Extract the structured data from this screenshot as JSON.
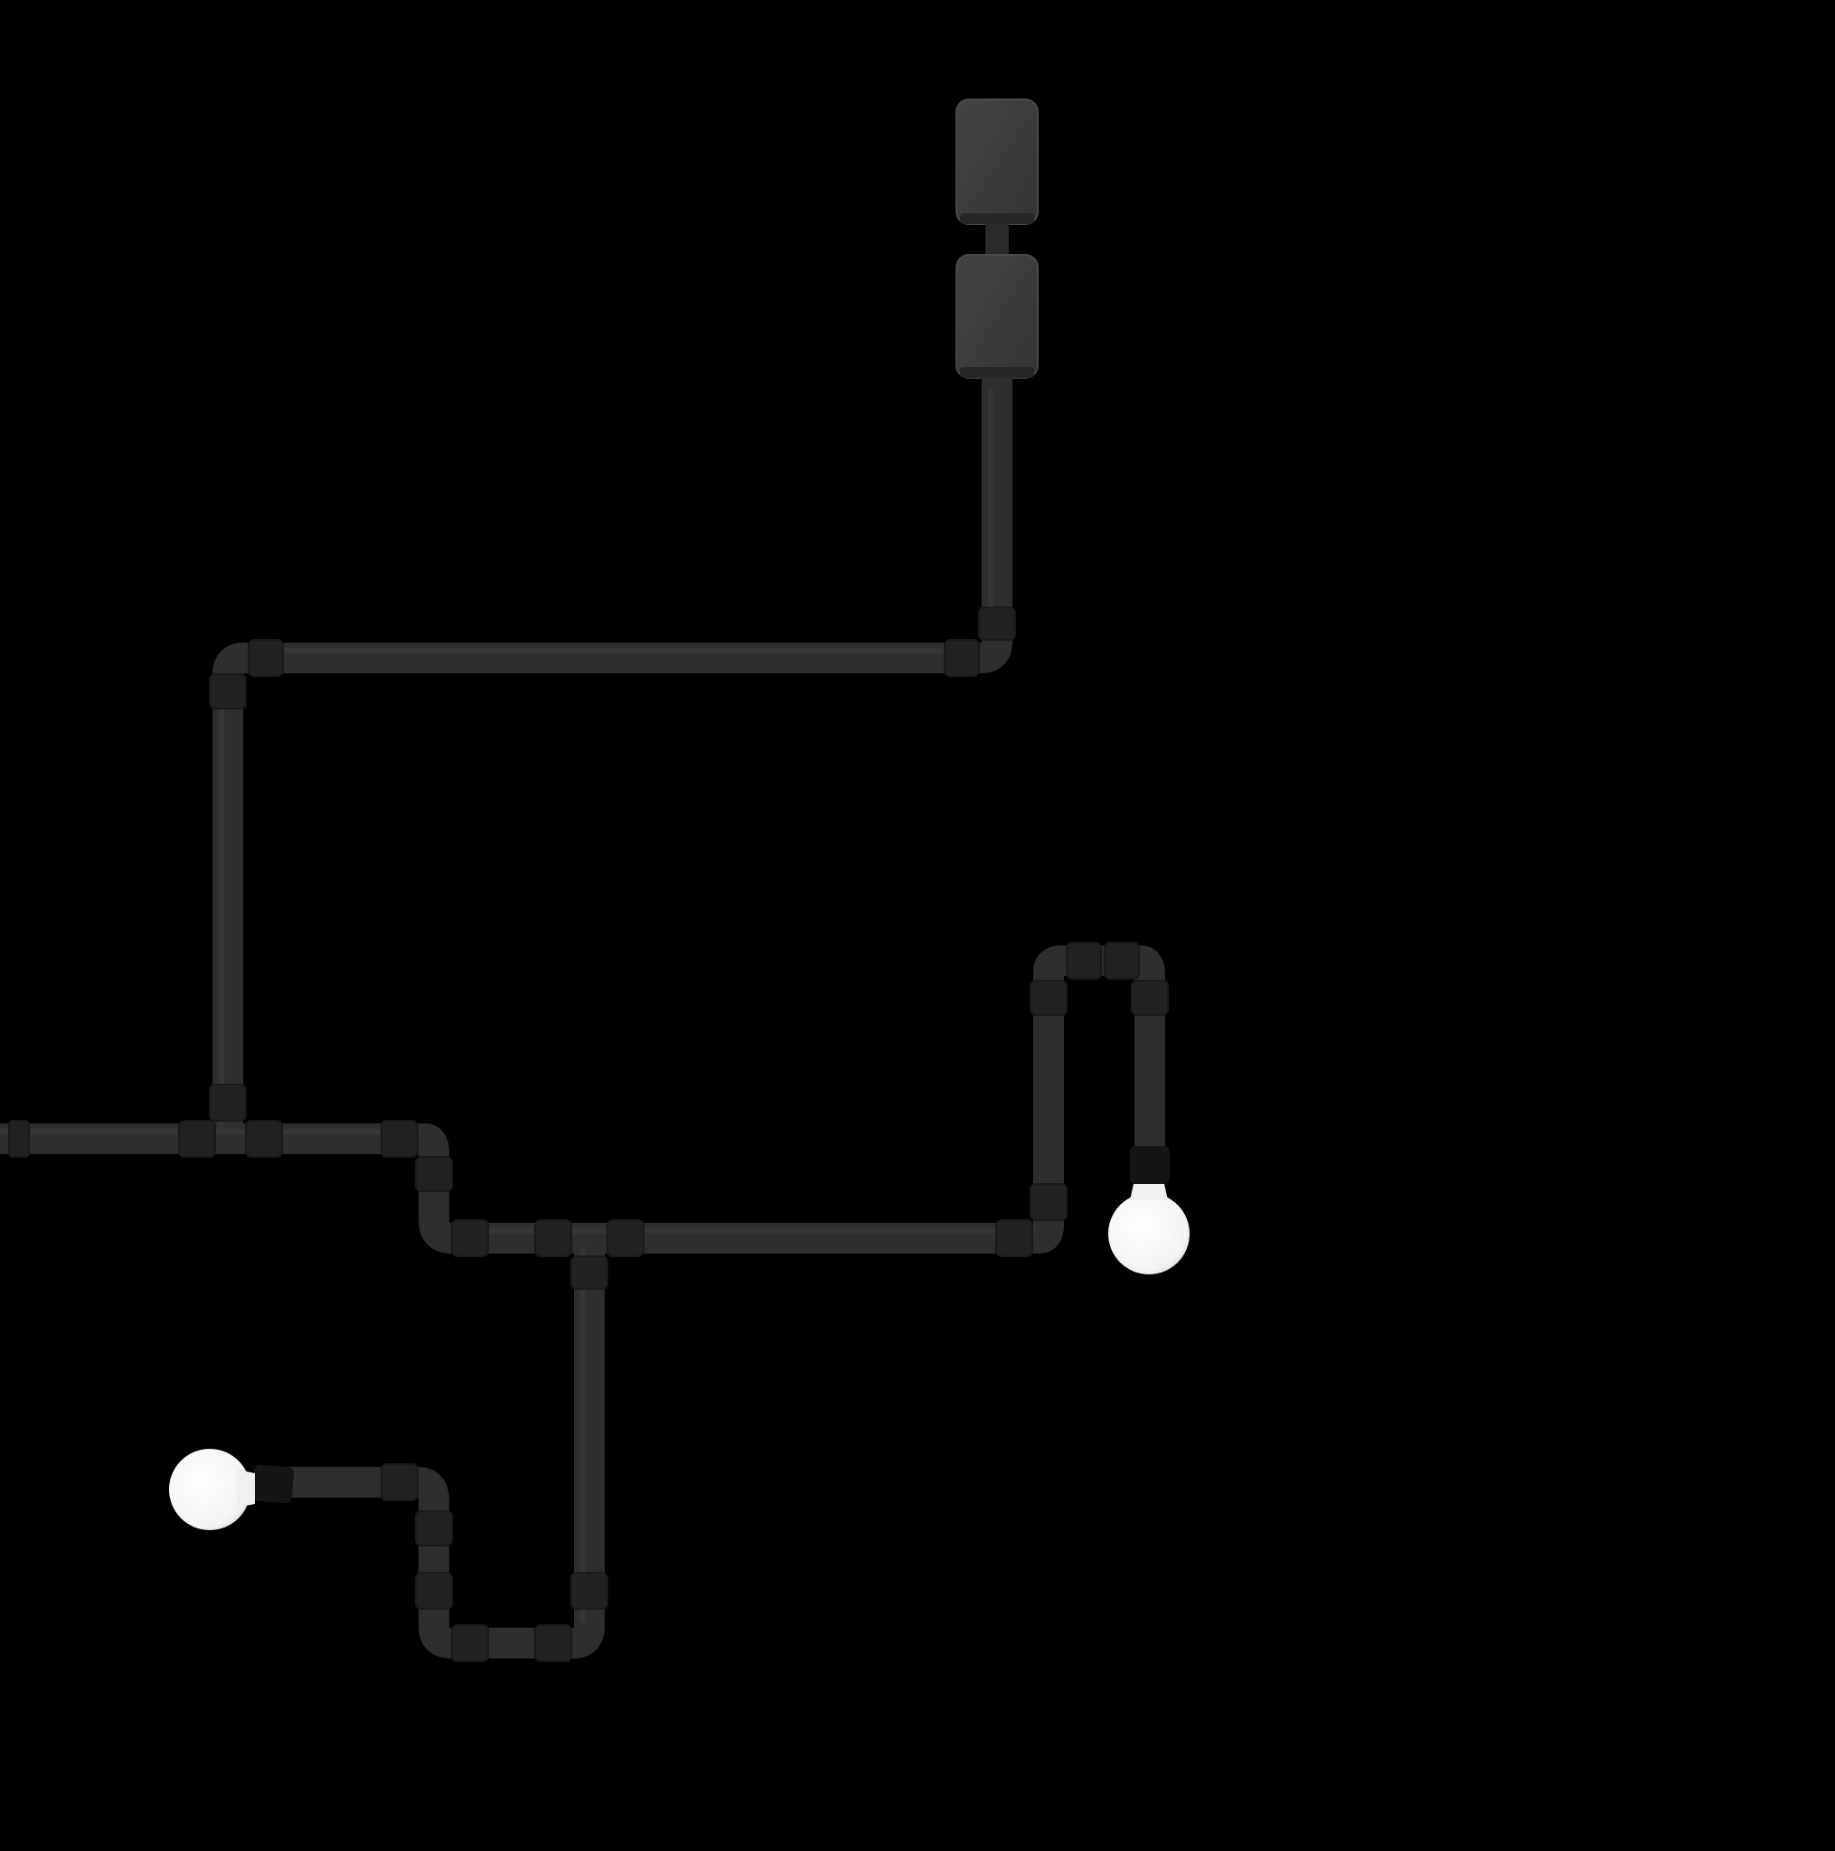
{
  "scene": {
    "description_visible_text": "",
    "colors": {
      "background": "#000000",
      "pipe": "#2e2e2e",
      "pipe_highlight": "#3c3c3c",
      "fitting": "#232323",
      "fitting_edge": "#1a1a1a",
      "box": "#3a3a3a",
      "box_edge": "#4a4a4a",
      "socket": "#151515",
      "bulb": "#ffffff",
      "bulb_shade": "#e6e6e6"
    },
    "objects": {
      "ceiling_boxes": [
        "junction-box-top",
        "junction-box-bottom"
      ],
      "light_bulbs": [
        "bulb-right",
        "bulb-left"
      ]
    }
  }
}
